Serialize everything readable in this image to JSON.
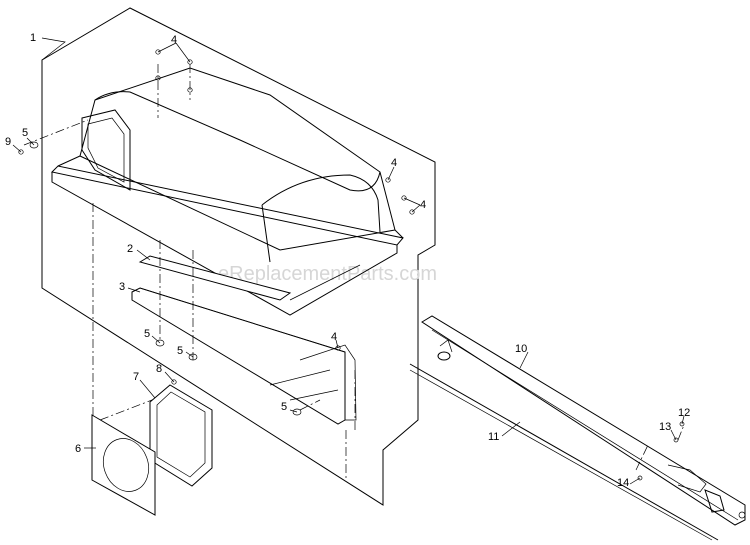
{
  "watermark": "eReplacementParts.com",
  "callouts": {
    "c1": "1",
    "c2": "2",
    "c3": "3",
    "c4a": "4",
    "c4b": "4",
    "c4c": "4",
    "c4d": "4",
    "c5a": "5",
    "c5b": "5",
    "c5c": "5",
    "c5d": "5",
    "c6": "6",
    "c7": "7",
    "c8": "8",
    "c9": "9",
    "c10": "10",
    "c11": "11",
    "c12": "12",
    "c13": "13",
    "c14": "14"
  }
}
